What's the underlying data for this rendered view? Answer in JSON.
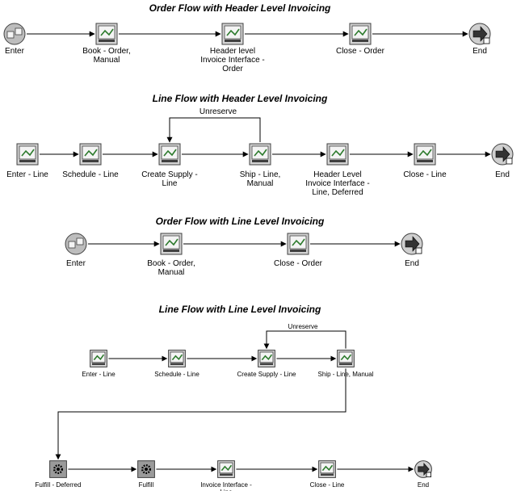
{
  "colors": {
    "line": "#000000",
    "icon_fill": "#d4d4d4",
    "icon_dark": "#404040",
    "icon_accent": "#2c7a2c"
  },
  "diagrams": [
    {
      "title": "Order Flow with Header Level Invoicing",
      "nodes": [
        {
          "icon": "start-icon",
          "label": "Enter"
        },
        {
          "icon": "function-icon",
          "label": "Book - Order, Manual"
        },
        {
          "icon": "function-icon",
          "label": "Header level Invoice Interface - Order"
        },
        {
          "icon": "function-icon",
          "label": "Close - Order"
        },
        {
          "icon": "end-icon",
          "label": "End"
        }
      ]
    },
    {
      "title": "Line Flow with Header Level Invoicing",
      "loop_label": "Unreserve",
      "nodes": [
        {
          "icon": "function-icon",
          "label": "Enter - Line"
        },
        {
          "icon": "function-icon",
          "label": "Schedule - Line"
        },
        {
          "icon": "function-icon",
          "label": "Create Supply - Line"
        },
        {
          "icon": "function-icon",
          "label": "Ship - Line, Manual"
        },
        {
          "icon": "function-icon",
          "label": "Header Level Invoice Interface - Line, Deferred"
        },
        {
          "icon": "function-icon",
          "label": "Close - Line"
        },
        {
          "icon": "end-icon",
          "label": "End"
        }
      ]
    },
    {
      "title": "Order Flow with Line Level Invoicing",
      "nodes": [
        {
          "icon": "start-icon",
          "label": "Enter"
        },
        {
          "icon": "function-icon",
          "label": "Book - Order, Manual"
        },
        {
          "icon": "function-icon",
          "label": "Close - Order"
        },
        {
          "icon": "end-icon",
          "label": "End"
        }
      ]
    },
    {
      "title": "Line Flow with Line Level Invoicing",
      "loop_label": "Unreserve",
      "nodes": [
        {
          "icon": "function-icon",
          "label": "Enter - Line"
        },
        {
          "icon": "function-icon",
          "label": "Schedule - Line"
        },
        {
          "icon": "function-icon",
          "label": "Create Supply - Line"
        },
        {
          "icon": "function-icon",
          "label": "Ship - Line, Manual"
        },
        {
          "icon": "gear-icon",
          "label": "Fulfill - Deferred"
        },
        {
          "icon": "gear-icon",
          "label": "Fulfill"
        },
        {
          "icon": "function-icon",
          "label": "Invoice Interface - Line"
        },
        {
          "icon": "function-icon",
          "label": "Close - Line"
        },
        {
          "icon": "end-icon",
          "label": "End"
        }
      ]
    }
  ]
}
